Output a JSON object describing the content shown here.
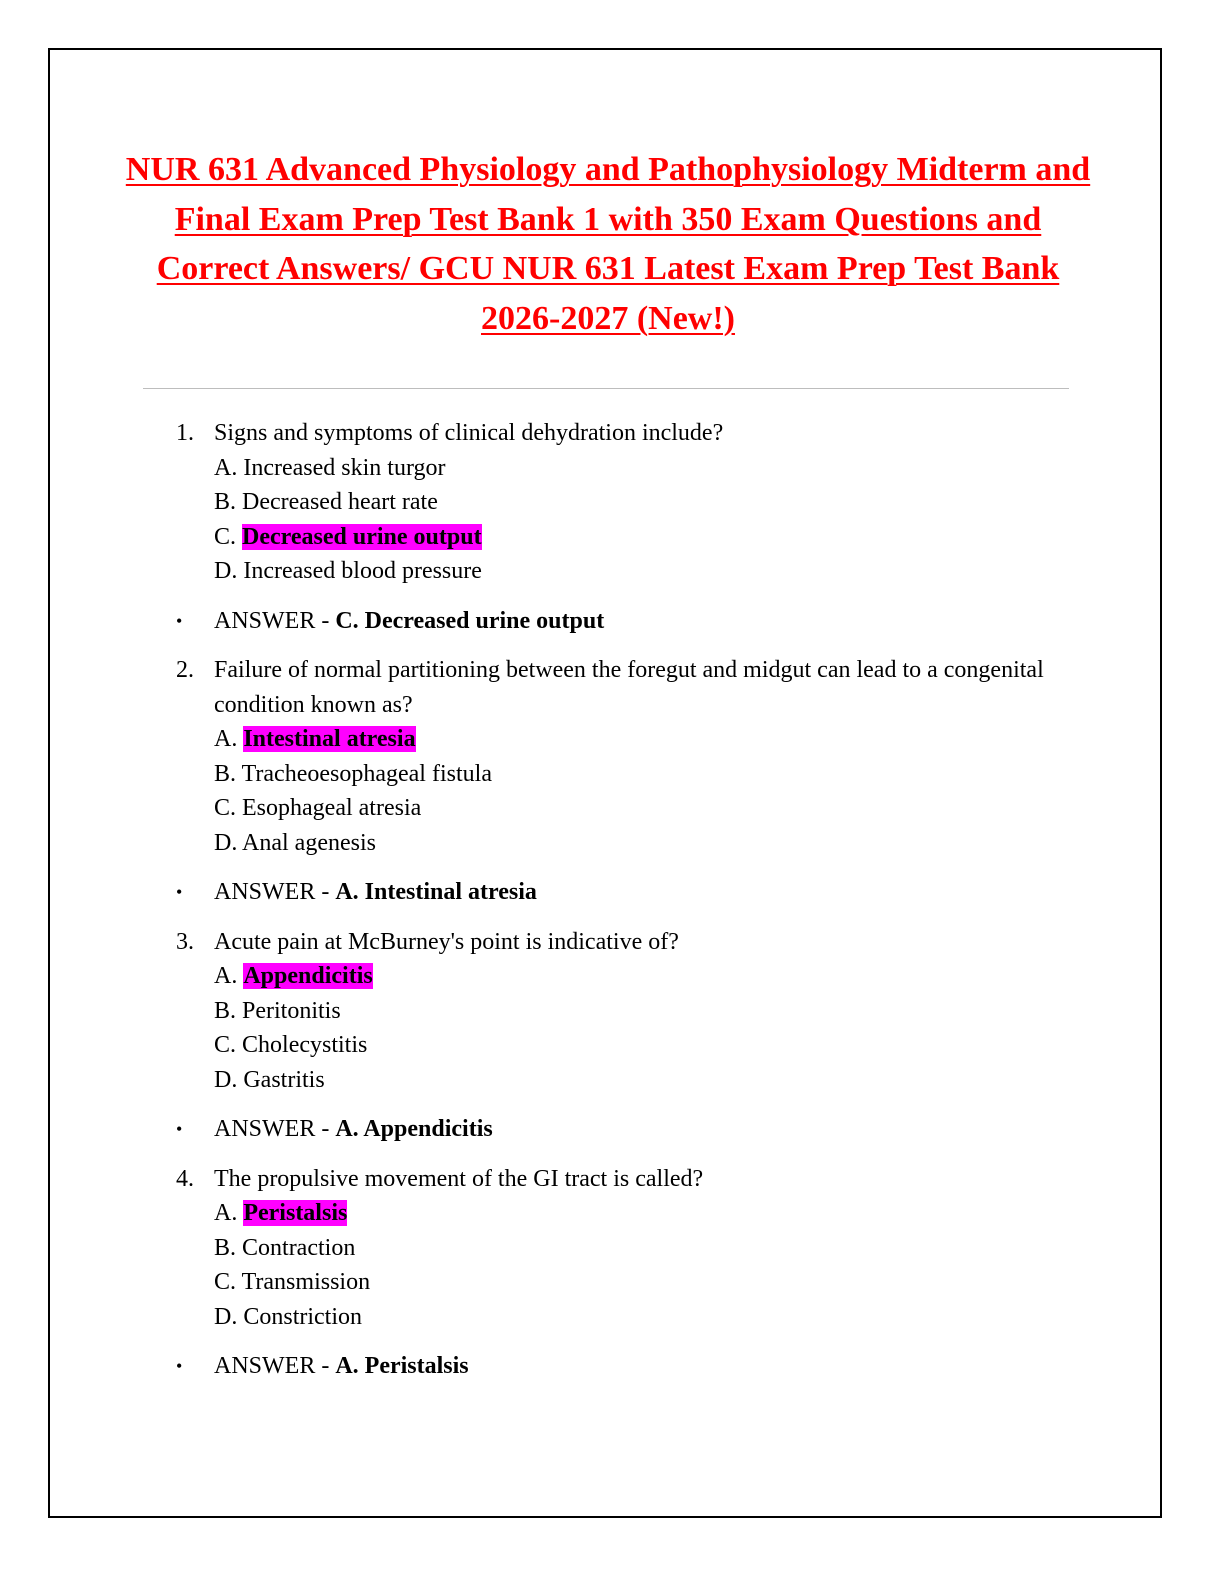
{
  "title": "NUR 631 Advanced Physiology and Pathophysiology Midterm and Final Exam Prep Test Bank 1 with 350 Exam Questions and Correct Answers/ GCU NUR 631 Latest Exam Prep Test Bank 2026-2027 (New!)",
  "colors": {
    "title": "#ff0000",
    "highlight": "#ff00ff"
  },
  "answer_prefix": "ANSWER - ",
  "questions": [
    {
      "number": "1.",
      "text": "Signs and symptoms of clinical dehydration include?",
      "options": [
        {
          "letter": "A.",
          "text": "Increased skin turgor"
        },
        {
          "letter": "B.",
          "text": "Decreased heart rate"
        },
        {
          "letter": "C.",
          "text": "Decreased urine output"
        },
        {
          "letter": "D.",
          "text": "Increased blood pressure"
        }
      ],
      "answer": "C. Decreased urine output"
    },
    {
      "number": "2.",
      "text": "Failure of normal partitioning between the foregut and midgut can lead to a congenital condition known as?",
      "options": [
        {
          "letter": "A.",
          "text": "Intestinal atresia"
        },
        {
          "letter": "B.",
          "text": "Tracheoesophageal fistula"
        },
        {
          "letter": "C.",
          "text": "Esophageal atresia"
        },
        {
          "letter": "D.",
          "text": "Anal agenesis"
        }
      ],
      "answer": "A. Intestinal atresia"
    },
    {
      "number": "3.",
      "text": "Acute pain at McBurney's point is indicative of?",
      "options": [
        {
          "letter": "A.",
          "text": "Appendicitis"
        },
        {
          "letter": "B.",
          "text": "Peritonitis"
        },
        {
          "letter": "C.",
          "text": "Cholecystitis"
        },
        {
          "letter": "D.",
          "text": "Gastritis"
        }
      ],
      "answer": "A. Appendicitis"
    },
    {
      "number": "4.",
      "text": "The propulsive movement of the GI tract is called?",
      "options": [
        {
          "letter": "A.",
          "text": "Peristalsis"
        },
        {
          "letter": "B.",
          "text": "Contraction"
        },
        {
          "letter": "C.",
          "text": "Transmission"
        },
        {
          "letter": "D.",
          "text": "Constriction"
        }
      ],
      "answer": "A. Peristalsis"
    }
  ]
}
